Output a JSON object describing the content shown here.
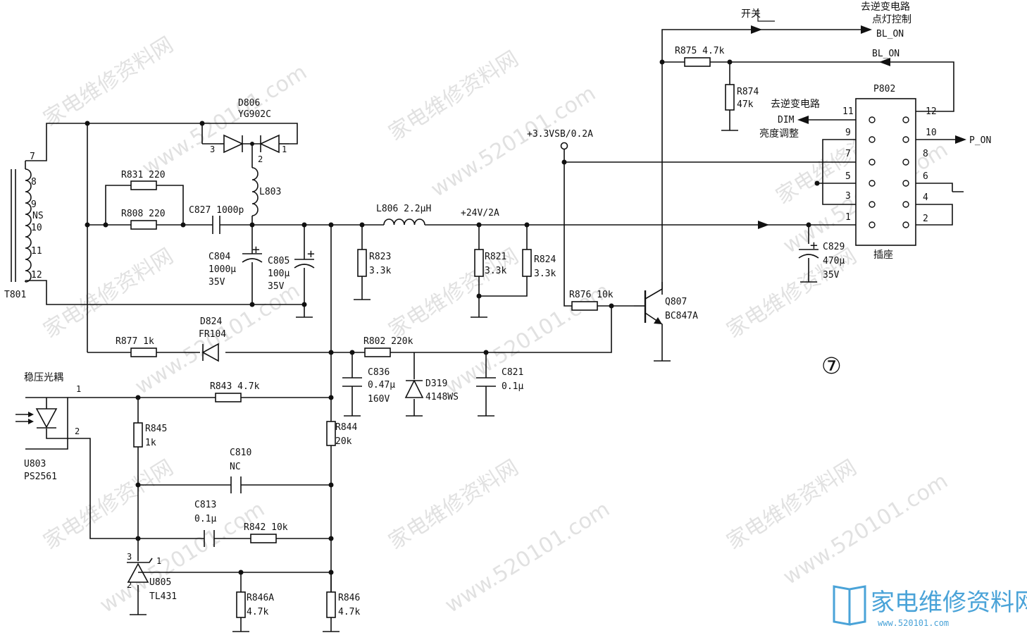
{
  "watermark": {
    "text_cn": "家电维修资料网",
    "url": "www.520101.com"
  },
  "logo": {
    "text_cn": "家电维修资料网",
    "url": "www.520101.com"
  },
  "figure_number": "⑦",
  "transformer": {
    "ref": "T801",
    "pins": [
      "7",
      "8",
      "9",
      "NS",
      "10",
      "11",
      "12"
    ]
  },
  "diode_d806": {
    "ref": "D806",
    "part": "YG902C",
    "pin3": "3",
    "pin2": "2",
    "pin1": "1"
  },
  "l803": {
    "ref": "L803"
  },
  "r831": {
    "label": "R831 220"
  },
  "r808": {
    "label": "R808 220"
  },
  "c827": {
    "label": "C827 1000p"
  },
  "c804": {
    "ref": "C804",
    "value": "1000μ",
    "voltage": "35V"
  },
  "c805": {
    "ref": "C805",
    "value": "100μ",
    "voltage": "35V"
  },
  "l806": {
    "label": "L806 2.2μH"
  },
  "rail": {
    "label": "+24V/2A"
  },
  "r823": {
    "ref": "R823",
    "value": "3.3k"
  },
  "r821": {
    "ref": "R821",
    "value": "3.3k"
  },
  "r824": {
    "ref": "R824",
    "value": "3.3k"
  },
  "vsb": {
    "label": "+3.3VSB/0.2A"
  },
  "r876": {
    "label": "R876 10k"
  },
  "q807": {
    "ref": "Q807",
    "part": "BC847A"
  },
  "r875": {
    "label": "R875 4.7k"
  },
  "r874": {
    "ref": "R874",
    "value": "47k"
  },
  "switch": {
    "label": "开关"
  },
  "inverter_top": {
    "line1": "去逆变电路",
    "line2": "点灯控制",
    "signal": "BL_ON"
  },
  "bl_on2": {
    "label": "BL_ON"
  },
  "dim": {
    "line1": "去逆变电路",
    "signal": "DIM",
    "line3": "亮度调整"
  },
  "p802": {
    "ref": "P802",
    "caption": "插座",
    "left_pins": [
      "11",
      "9",
      "7",
      "5",
      "3",
      "1"
    ],
    "right_pins": [
      "12",
      "10",
      "8",
      "6",
      "4",
      "2"
    ]
  },
  "p_on": {
    "label": "P_ON"
  },
  "c829": {
    "ref": "C829",
    "value": "470μ",
    "voltage": "35V"
  },
  "d824": {
    "ref": "D824",
    "part": "FR104"
  },
  "r877": {
    "label": "R877 1k"
  },
  "r802": {
    "label": "R802 220k"
  },
  "c836": {
    "ref": "C836",
    "value": "0.47μ",
    "voltage": "160V"
  },
  "d319": {
    "ref": "D319",
    "part": "4148WS"
  },
  "c821": {
    "ref": "C821",
    "value": "0.1μ"
  },
  "opto": {
    "title": "稳压光耦",
    "ref": "U803",
    "part": "PS2561",
    "pin1": "1",
    "pin2": "2"
  },
  "r843": {
    "label": "R843 4.7k"
  },
  "r845": {
    "ref": "R845",
    "value": "1k"
  },
  "r844": {
    "ref": "R844",
    "value": "20k"
  },
  "c810": {
    "ref": "C810",
    "value": "NC"
  },
  "c813": {
    "ref": "C813",
    "value": "0.1μ"
  },
  "r842": {
    "label": "R842 10k"
  },
  "u805": {
    "ref": "U805",
    "part": "TL431",
    "pin3": "3",
    "pin2": "2",
    "pin1": "1"
  },
  "r846a": {
    "ref": "R846A",
    "value": "4.7k"
  },
  "r846": {
    "ref": "R846",
    "value": "4.7k"
  }
}
